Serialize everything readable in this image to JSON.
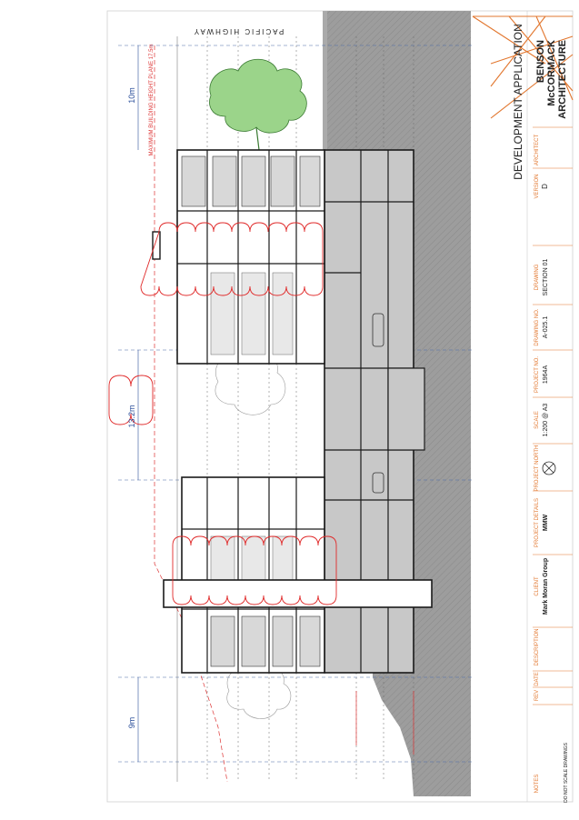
{
  "drawing": {
    "road_label": "PACIFIC HIGHWAY",
    "height_plane_label": "MAXIMUM BUILDING HEIGHT PLANE 17.5m",
    "dim_top": "10m",
    "dim_middle": "13.2m",
    "dim_bottom": "9m"
  },
  "title_block": {
    "brand_line_1": "BENSON",
    "brand_line_2": "McCORMACK",
    "brand_line_3": "ARCHITECTURE",
    "stage": "DEVELOPMENT APPLICATION",
    "architect_label": "ARCHITECT",
    "version_label": "VERSION",
    "version_value": "D",
    "drawing_label": "DRAWING",
    "drawing_value": "SECTION 01",
    "drawing_no_label": "DRAWING NO.",
    "drawing_no_value": "A-025.1",
    "project_no_label": "PROJECT NO.",
    "project_no_value": "1964A",
    "scale_label": "SCALE",
    "scale_value": "1:200 @ A3",
    "project_north_label": "PROJECT NORTH",
    "project_details_label": "PROJECT DETAILS",
    "project_details_value": "MMW",
    "client_label": "CLIENT",
    "client_value": "Mark Moran Group",
    "description_label": "DESCRIPTION",
    "date_label": "DATE",
    "rev_label": "REV",
    "notes_label": "NOTES",
    "scale_note": "DO NOT SCALE DRAWINGS"
  },
  "colors": {
    "accent": "#e2772f",
    "ground": "#9a9a9a",
    "fill": "#c8c8c8",
    "wall": "#1a1a1a",
    "tree": "#9bd48a"
  }
}
